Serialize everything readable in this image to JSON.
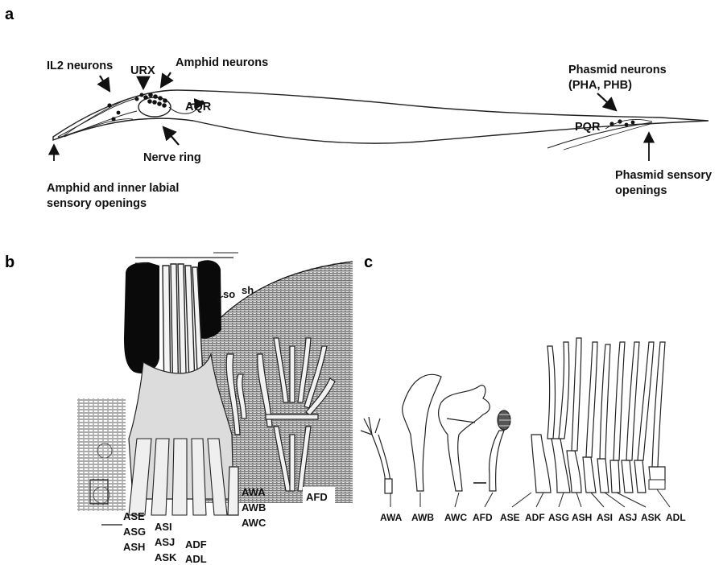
{
  "panels": {
    "a": "a",
    "b": "b",
    "c": "c"
  },
  "panel_a": {
    "il2": "IL2 neurons",
    "urx": "URX",
    "amphid": "Amphid neurons",
    "aqr": "AQR",
    "nerve_ring": "Nerve ring",
    "openings_line1": "Amphid and inner labial",
    "openings_line2": "sensory openings",
    "phasmid_line1": "Phasmid neurons",
    "phasmid_line2": "(PHA, PHB)",
    "pqr": "PQR",
    "phasmid_openings_line1": "Phasmid sensory",
    "phasmid_openings_line2": "openings"
  },
  "panel_b": {
    "so": "so",
    "sh": "sh",
    "ase": "ASE",
    "asg": "ASG",
    "ash": "ASH",
    "asi": "ASI",
    "asj": "ASJ",
    "ask": "ASK",
    "adf": "ADF",
    "adl": "ADL",
    "awa": "AWA",
    "awb": "AWB",
    "awc": "AWC",
    "afd": "AFD"
  },
  "panel_c": {
    "labels": [
      "AWA",
      "AWB",
      "AWC",
      "AFD",
      "ASE",
      "ADF",
      "ASG",
      "ASH",
      "ASI",
      "ASJ",
      "ASK",
      "ADL"
    ]
  }
}
